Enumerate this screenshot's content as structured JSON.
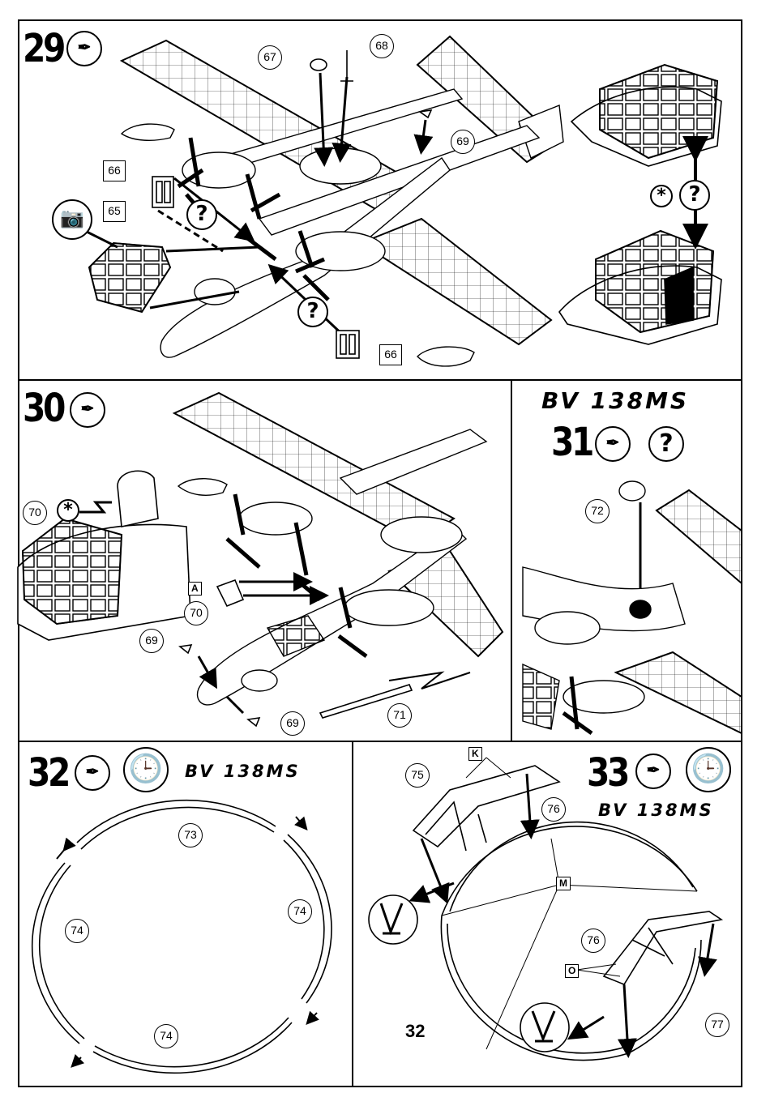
{
  "steps": {
    "s29": {
      "number": "29"
    },
    "s30": {
      "number": "30"
    },
    "s31": {
      "number": "31",
      "model": "BV 138MS"
    },
    "s32": {
      "number": "32",
      "model": "BV 138MS"
    },
    "s33": {
      "number": "33",
      "model": "BV 138MS"
    }
  },
  "callouts": {
    "p65": "65",
    "p66a": "66",
    "p66b": "66",
    "p67": "67",
    "p68": "68",
    "p69a": "69",
    "p70a": "70",
    "p70b": "70",
    "p69b": "69",
    "p69c": "69",
    "p71": "71",
    "p72": "72",
    "p73": "73",
    "p74a": "74",
    "p74b": "74",
    "p74c": "74",
    "p75": "75",
    "p76a": "76",
    "p76b": "76",
    "p77": "77",
    "ref32": "32"
  },
  "symbols": {
    "question": "?",
    "asterisk": "*"
  },
  "markers": {
    "a": "A",
    "k": "K",
    "m": "M",
    "o": "O"
  },
  "icons": {
    "glue_tube": "glue-tube-icon",
    "clock": "clock-icon",
    "camera": "camera-icon",
    "question": "question-icon",
    "asterisk": "asterisk-icon"
  }
}
